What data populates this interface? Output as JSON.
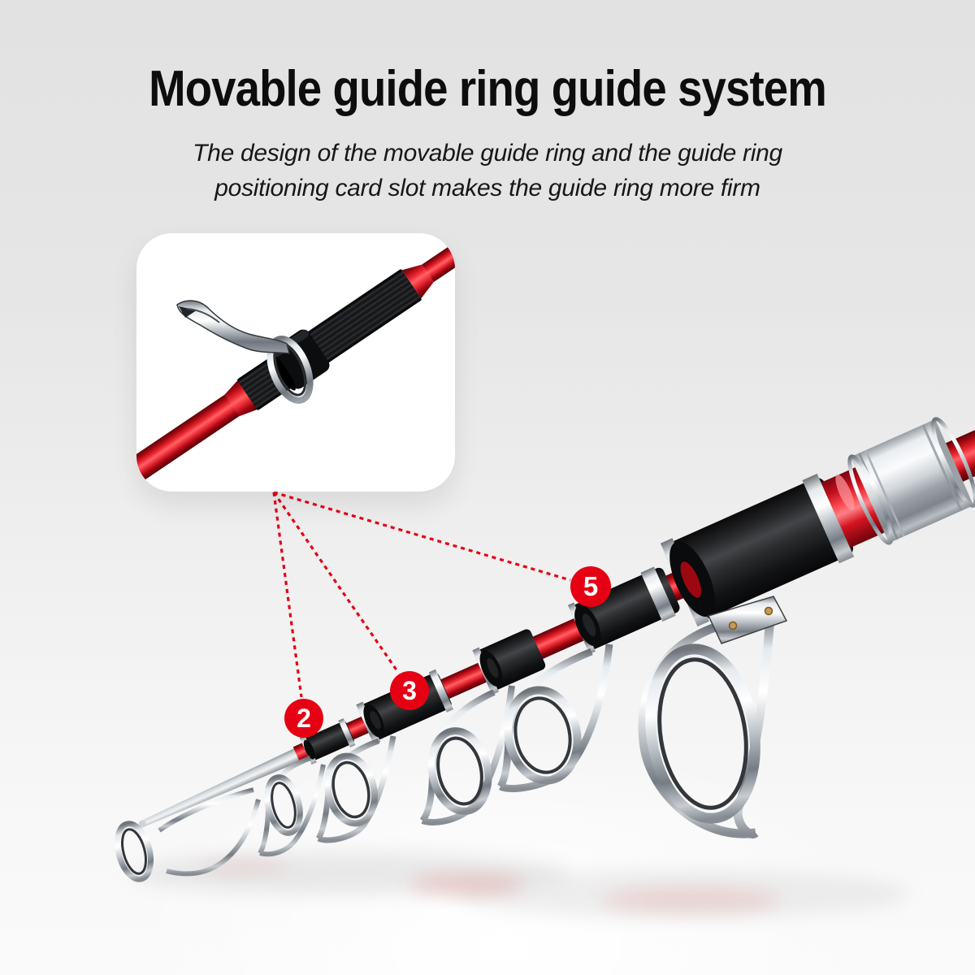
{
  "page": {
    "background_top_color": "#e2e2e2",
    "background_bottom_color": "#fafafa",
    "title_color": "#0d0d0d"
  },
  "header": {
    "title": "Movable guide ring guide system",
    "subtitle_line1": "The design of the movable guide ring and the guide ring",
    "subtitle_line2": "positioning card slot makes the guide ring more firm"
  },
  "callouts": {
    "accent_color": "#e60013",
    "line_style": "dotted",
    "badges": [
      {
        "id": "guide-2",
        "label": "2"
      },
      {
        "id": "guide-3",
        "label": "3"
      },
      {
        "id": "guide-5",
        "label": "5"
      }
    ]
  },
  "product": {
    "rod_red_color": "#e0101a",
    "holder_black_color": "#1a1b1d",
    "chrome_color": "#d9dde1",
    "gold_screw_color": "#c79a55"
  }
}
